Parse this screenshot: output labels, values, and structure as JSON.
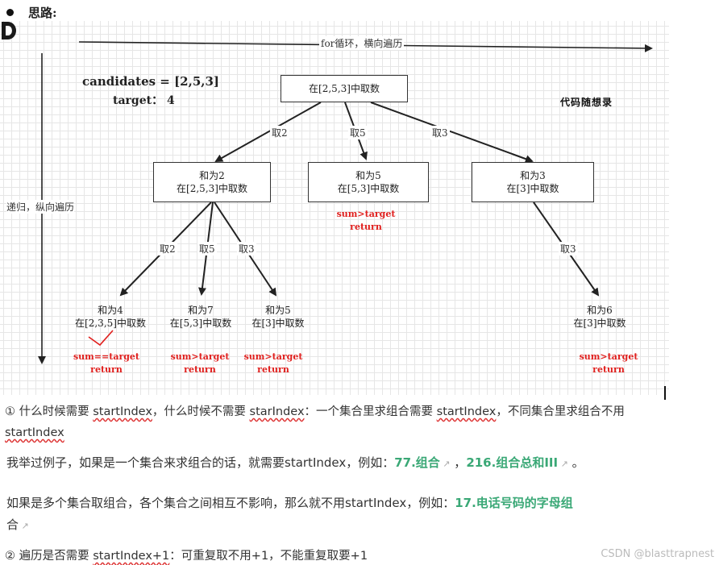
{
  "heading": {
    "text": "思路:"
  },
  "diagram": {
    "horizontal_label": "for循环，横向遍历",
    "vertical_label": "递归，纵向遍历",
    "candidates": "candidates = [2,5,3]",
    "target": "target： 4",
    "logo_text": "代码随想录",
    "root": "在[2,5,3]中取数",
    "edges_level1": [
      "取2",
      "取5",
      "取3"
    ],
    "level1": [
      {
        "line1": "和为2",
        "line2": "在[2,5,3]中取数"
      },
      {
        "line1": "和为5",
        "line2": "在[5,3]中取数",
        "result1": "sum>target",
        "result2": "return"
      },
      {
        "line1": "和为3",
        "line2": "在[3]中取数"
      }
    ],
    "edges_level2": [
      "取2",
      "取5",
      "取3",
      "取3"
    ],
    "level2": [
      {
        "line1": "和为4",
        "line2": "在[2,3,5]中取数",
        "result1": "sum==target",
        "result2": "return"
      },
      {
        "line1": "和为7",
        "line2": "在[5,3]中取数",
        "result1": "sum>target",
        "result2": "return"
      },
      {
        "line1": "和为5",
        "line2": "在[3]中取数",
        "result1": "sum>target",
        "result2": "return"
      },
      {
        "line1": "和为6",
        "line2": "在[3]中取数",
        "result1": "sum>target",
        "result2": "return"
      }
    ]
  },
  "para1": {
    "prefix": "① 什么时候需要 ",
    "code1": "startIndex",
    "mid1": "，什么时候不需要 ",
    "code2": "starIndex",
    "mid2": "：一个集合里求组合需要 ",
    "code3": "startIndex",
    "mid3": "，不同集合里求组合不用",
    "code4": "startIndex"
  },
  "para2": {
    "text": "我举过例子，如果是一个集合来求组合的话，就需要startIndex，例如：",
    "link1": "77.组合",
    "sep": " ，",
    "link2": "216.组合总和III",
    "end": " 。"
  },
  "para3": {
    "text": "如果是多个集合取组合，各个集合之间相互不影响，那么就不用startIndex，例如：",
    "link": "17.电话号码的字母组",
    "link_cont": "合"
  },
  "para4": {
    "prefix": "② 遍历是否需要 ",
    "code": "startIndex+1",
    "rest": "：可重复取不用+1，不能重复取要+1"
  },
  "watermark": "CSDN @blasttrapnest",
  "colors": {
    "accent_red": "#e0201e",
    "link_green": "#3aa876"
  }
}
